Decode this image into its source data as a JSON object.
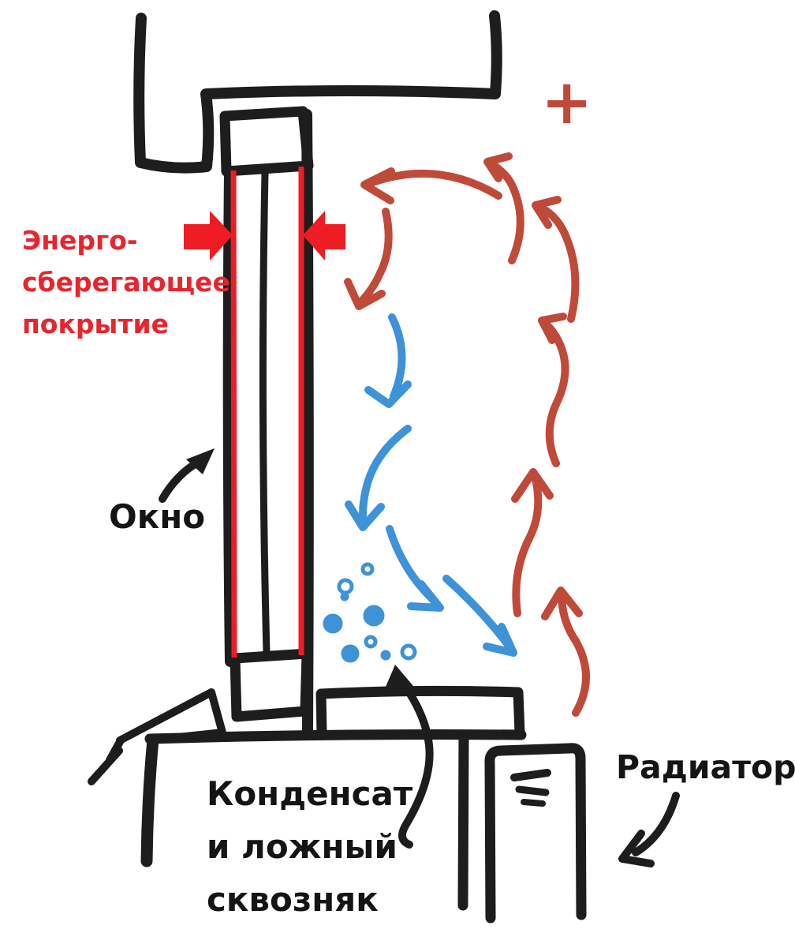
{
  "diagram": {
    "description_labels": {
      "coating_line1": "Энерго-",
      "coating_line2": "сберегающее",
      "coating_line3": "покрытие",
      "window": "Окно",
      "condensate_line1": "Конденсат",
      "condensate_line2": "и ложный",
      "condensate_line3": "сквозняк",
      "radiator": "Радиатор",
      "plus": "+"
    },
    "colors": {
      "black": "#1d1d1d",
      "bright_red": "#ee1c25",
      "sketch_red": "#c04a39",
      "blue": "#3e92d8",
      "label_red": "#e8252d",
      "label_black": "#141414"
    },
    "legend_meaning": {
      "red_coating_lines": "энергосберегающее покрытие на стекле",
      "red_arrows": "тёплый воздух от радиатора",
      "blue_arrows": "холодный воздух у окна",
      "blue_dots": "конденсат"
    }
  }
}
